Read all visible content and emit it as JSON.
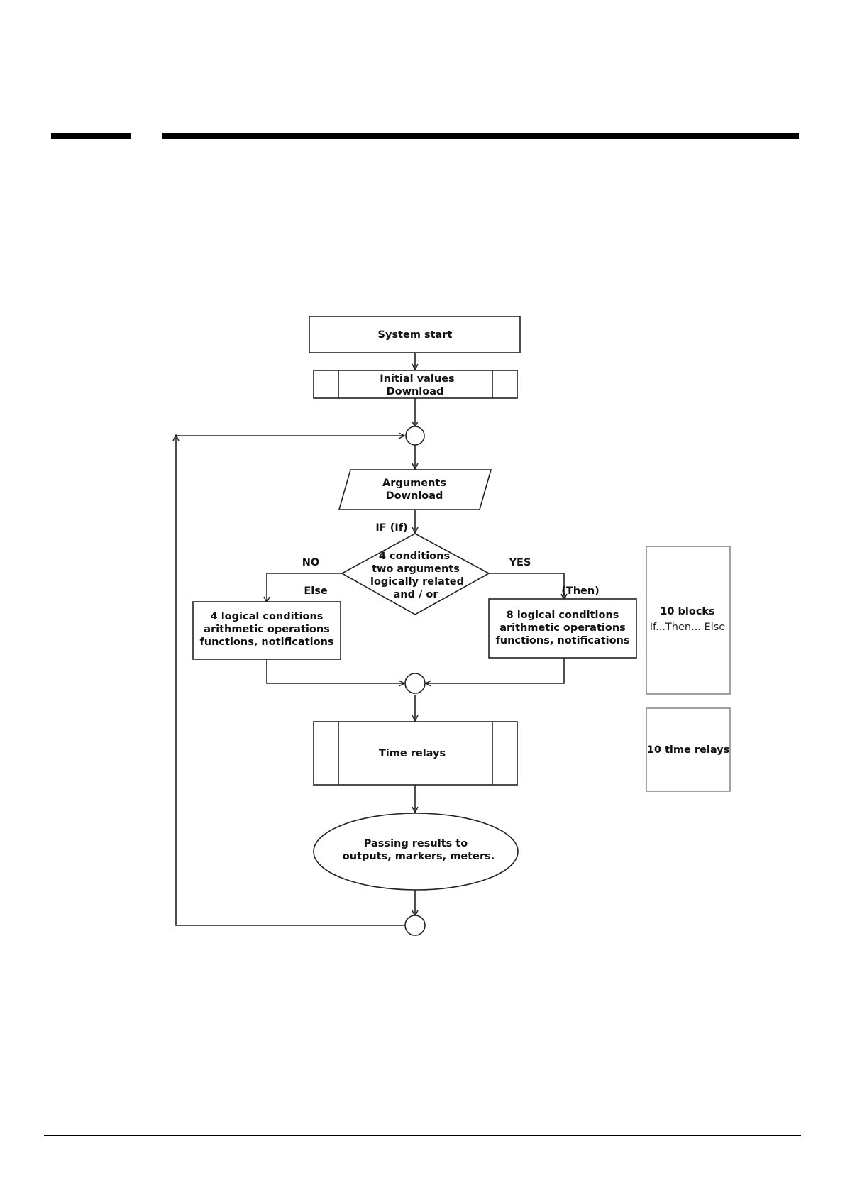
{
  "flowchart": {
    "start": "System start",
    "initial_values": [
      "Initial values",
      "Download"
    ],
    "arguments": [
      "Arguments",
      "Download"
    ],
    "if_label": "IF (If)",
    "decision": [
      "4 conditions",
      "two arguments",
      "logically related",
      "and / or"
    ],
    "no_label": "NO",
    "yes_label": "YES",
    "else_label": "Else",
    "then_label": "(Then)",
    "else_block": [
      "4 logical conditions",
      "arithmetic operations",
      "functions, notifications"
    ],
    "then_block": [
      "8 logical conditions",
      "arithmetic operations",
      "functions, notifications"
    ],
    "time_relays": "Time relays",
    "output": [
      "Passing results to",
      "outputs, markers, meters."
    ]
  },
  "side_notes": {
    "blocks_title": "10 blocks",
    "blocks_subtitle": "If...Then... Else",
    "relays": "10 time relays"
  }
}
